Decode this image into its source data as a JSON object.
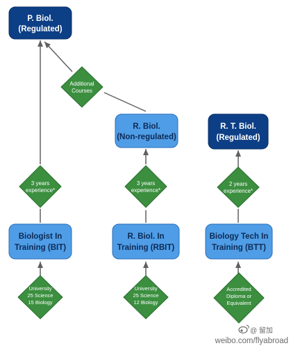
{
  "colors": {
    "dark_box": "#0d3f86",
    "light_box": "#4f9de6",
    "light_box_border": "#2d6db8",
    "diamond": "#3b8f3f",
    "diamond_border": "#2b6e2e",
    "arrow": "#606060",
    "watermark": "#444444"
  },
  "boxes": {
    "pbiol": {
      "line1": "P. Biol.",
      "line2": "(Regulated)"
    },
    "rbiol": {
      "line1": "R. Biol.",
      "line2": "(Non-regulated)"
    },
    "rtbiol": {
      "line1": "R. T. Biol.",
      "line2": "(Regulated)"
    },
    "bit": {
      "line1": "Biologist In",
      "line2": "Training (BIT)"
    },
    "rbit": {
      "line1": "R. Biol. In",
      "line2": "Training (RBIT)"
    },
    "btt": {
      "line1": "Biology Tech In",
      "line2": "Training (BTT)"
    }
  },
  "diamonds": {
    "additional": {
      "lines": [
        "Additional",
        "Courses"
      ]
    },
    "exp_bit": {
      "lines": [
        "3 years",
        "experience*"
      ]
    },
    "exp_rbit": {
      "lines": [
        "3 years",
        "experience*"
      ]
    },
    "exp_btt": {
      "lines": [
        "2 years",
        "experience*"
      ]
    },
    "edu_bit": {
      "lines": [
        "University",
        "25 Science",
        "15 Biology"
      ]
    },
    "edu_rbit": {
      "lines": [
        "University",
        "25 Science",
        "12 Biology"
      ]
    },
    "edu_btt": {
      "lines": [
        "Accredited",
        "Diploma or",
        "Equivalent"
      ]
    }
  },
  "watermark": {
    "handle": "@ 留加",
    "url": "weibo.com/flyabroad"
  }
}
